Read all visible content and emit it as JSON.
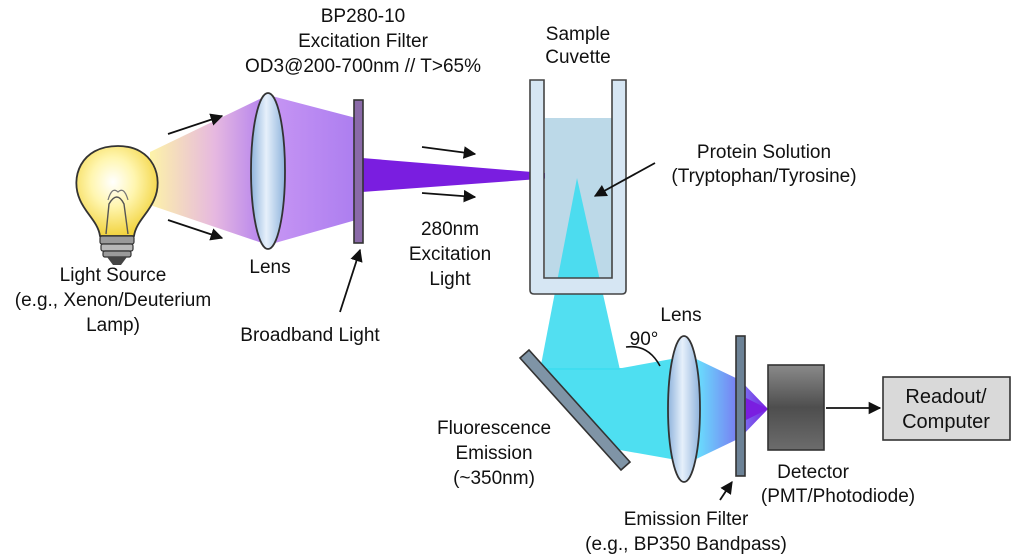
{
  "labels": {
    "filter_top": [
      "BP280-10",
      "Excitation Filter",
      "OD3@200-700nm // T>65%"
    ],
    "cuvette": [
      "Sample",
      "Cuvette"
    ],
    "protein": [
      "Protein Solution",
      "(Tryptophan/Tyrosine)"
    ],
    "light_source": [
      "Light Source",
      "(e.g., Xenon/Deuterium",
      "Lamp)"
    ],
    "lens_left": "Lens",
    "broadband": "Broadband Light",
    "excitation": [
      "280nm",
      "Excitation",
      "Light"
    ],
    "angle": "90°",
    "lens_right": "Lens",
    "fluorescence": [
      "Fluorescence",
      "Emission",
      "(~350nm)"
    ],
    "emission_filter": [
      "Emission Filter",
      "(e.g., BP350 Bandpass)"
    ],
    "detector": [
      "Detector",
      "(PMT/Photodiode)"
    ],
    "readout": [
      "Readout/",
      "Computer"
    ]
  },
  "colors": {
    "violet_beam": "#7a1ee0",
    "cyan_beam": "#3fdcf0",
    "solution": "#bcd9e8",
    "readout_box": "#d9d9d9",
    "detector": "#555555"
  }
}
